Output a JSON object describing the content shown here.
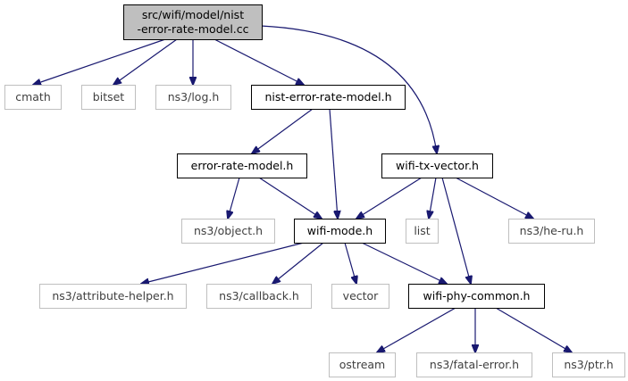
{
  "colors": {
    "edge": "#191970",
    "root_fill": "#bfbfbf",
    "node_border": "#000000",
    "external_border": "#bfbfbf",
    "external_text": "#404040",
    "text": "#000000"
  },
  "nodes": [
    {
      "id": "root",
      "lines": [
        "src/wifi/model/nist",
        "-error-rate-model.cc"
      ],
      "kind": "root"
    },
    {
      "id": "cmath",
      "lines": [
        "cmath"
      ],
      "kind": "external"
    },
    {
      "id": "bitset",
      "lines": [
        "bitset"
      ],
      "kind": "external"
    },
    {
      "id": "ns3log",
      "lines": [
        "ns3/log.h"
      ],
      "kind": "external"
    },
    {
      "id": "nist",
      "lines": [
        "nist-error-rate-model.h"
      ],
      "kind": "file"
    },
    {
      "id": "errrate",
      "lines": [
        "error-rate-model.h"
      ],
      "kind": "file"
    },
    {
      "id": "txvec",
      "lines": [
        "wifi-tx-vector.h"
      ],
      "kind": "file"
    },
    {
      "id": "object",
      "lines": [
        "ns3/object.h"
      ],
      "kind": "external"
    },
    {
      "id": "mode",
      "lines": [
        "wifi-mode.h"
      ],
      "kind": "file"
    },
    {
      "id": "list",
      "lines": [
        "list"
      ],
      "kind": "external"
    },
    {
      "id": "heru",
      "lines": [
        "ns3/he-ru.h"
      ],
      "kind": "external"
    },
    {
      "id": "attr",
      "lines": [
        "ns3/attribute-helper.h"
      ],
      "kind": "external"
    },
    {
      "id": "callback",
      "lines": [
        "ns3/callback.h"
      ],
      "kind": "external"
    },
    {
      "id": "vector",
      "lines": [
        "vector"
      ],
      "kind": "external"
    },
    {
      "id": "phycommon",
      "lines": [
        "wifi-phy-common.h"
      ],
      "kind": "file"
    },
    {
      "id": "ostream",
      "lines": [
        "ostream"
      ],
      "kind": "external"
    },
    {
      "id": "fatal",
      "lines": [
        "ns3/fatal-error.h"
      ],
      "kind": "external"
    },
    {
      "id": "ptr",
      "lines": [
        "ns3/ptr.h"
      ],
      "kind": "external"
    }
  ],
  "edges": [
    {
      "from": "root",
      "to": "cmath"
    },
    {
      "from": "root",
      "to": "bitset"
    },
    {
      "from": "root",
      "to": "ns3log"
    },
    {
      "from": "root",
      "to": "nist"
    },
    {
      "from": "root",
      "to": "txvec"
    },
    {
      "from": "nist",
      "to": "errrate"
    },
    {
      "from": "nist",
      "to": "mode"
    },
    {
      "from": "errrate",
      "to": "object"
    },
    {
      "from": "errrate",
      "to": "mode"
    },
    {
      "from": "txvec",
      "to": "mode"
    },
    {
      "from": "txvec",
      "to": "list"
    },
    {
      "from": "txvec",
      "to": "heru"
    },
    {
      "from": "txvec",
      "to": "phycommon"
    },
    {
      "from": "mode",
      "to": "attr"
    },
    {
      "from": "mode",
      "to": "callback"
    },
    {
      "from": "mode",
      "to": "vector"
    },
    {
      "from": "mode",
      "to": "phycommon"
    },
    {
      "from": "phycommon",
      "to": "ostream"
    },
    {
      "from": "phycommon",
      "to": "fatal"
    },
    {
      "from": "phycommon",
      "to": "ptr"
    }
  ]
}
